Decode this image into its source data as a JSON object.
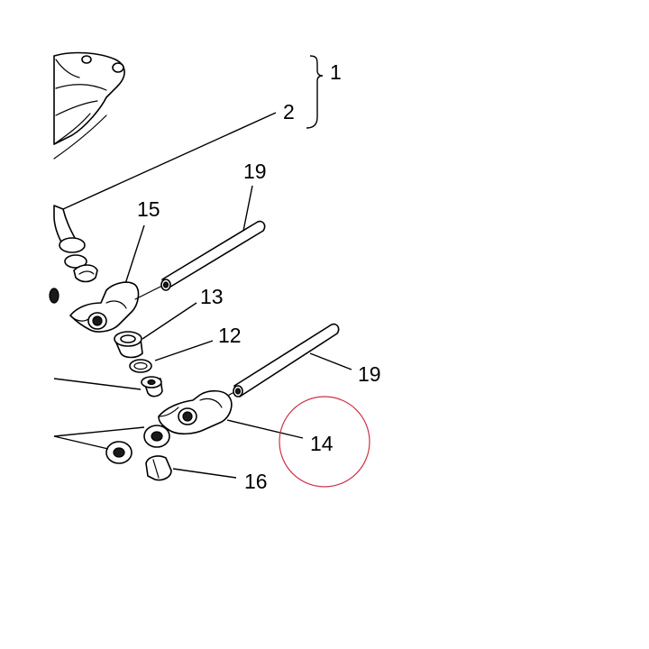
{
  "callouts": [
    {
      "id": "c1",
      "text": "1"
    },
    {
      "id": "c2",
      "text": "2"
    },
    {
      "id": "c19a",
      "text": "19"
    },
    {
      "id": "c15",
      "text": "15"
    },
    {
      "id": "c13",
      "text": "13"
    },
    {
      "id": "c12",
      "text": "12"
    },
    {
      "id": "c19b",
      "text": "19"
    },
    {
      "id": "c14",
      "text": "14"
    },
    {
      "id": "c16",
      "text": "16"
    }
  ],
  "highlight": {
    "target": "14",
    "color": "#cc3344"
  }
}
